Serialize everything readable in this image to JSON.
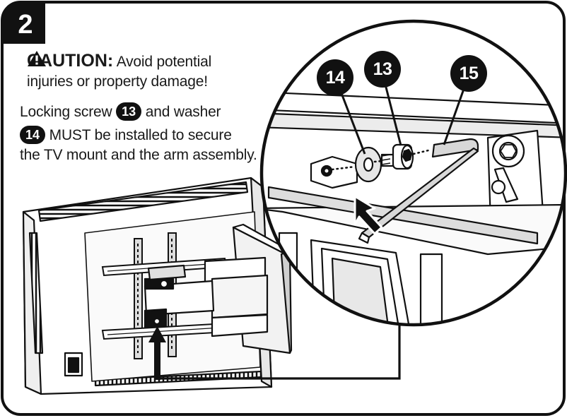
{
  "step": {
    "number": "2"
  },
  "caution": {
    "title": "CAUTION:",
    "line1": "Avoid potential",
    "line2": "injuries or property damage!"
  },
  "instruction": {
    "part1": "Locking screw",
    "screw_ref": "13",
    "part2": "and washer",
    "washer_ref": "14",
    "part3": "MUST be installed to secure",
    "line3": "the TV mount and the arm assembly."
  },
  "callouts": {
    "washer": "14",
    "screw": "13",
    "hex_key": "15"
  },
  "icons": [
    "warning-triangle-icon",
    "insert-arrow-icon",
    "pointer-arrow-icon"
  ],
  "colors": {
    "ink": "#111111",
    "paper": "#ffffff",
    "shade": "#e4e4e4"
  }
}
